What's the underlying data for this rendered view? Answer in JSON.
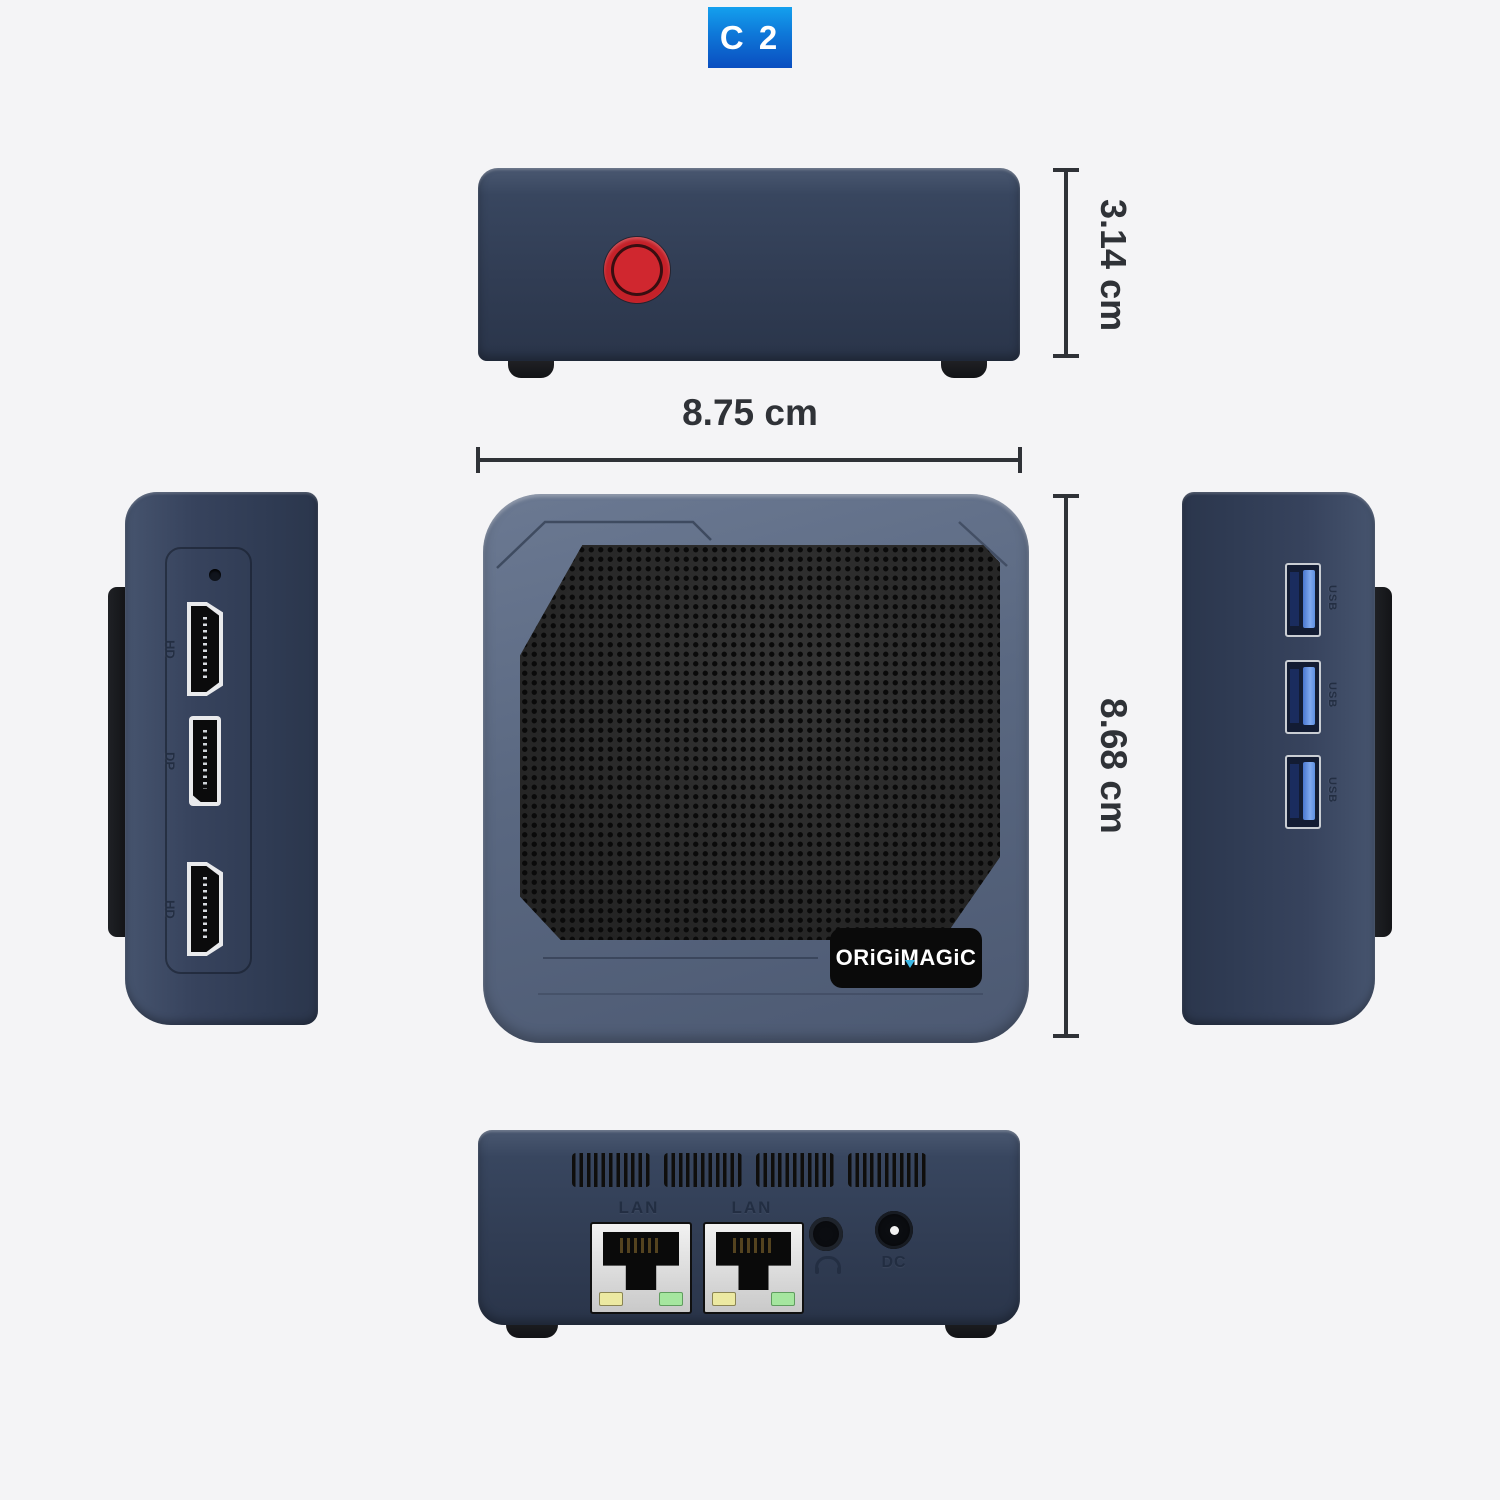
{
  "product": {
    "model_badge": "C 2",
    "brand_logo": "ORiGiMAGiC",
    "logo_part1": "ORiGi",
    "logo_part2": "M",
    "logo_part3": "AGiC"
  },
  "dimensions": {
    "width": "8.75 cm",
    "height": "3.14 cm",
    "depth": "8.68 cm"
  },
  "left_view": {
    "ports": [
      {
        "label": "HD",
        "type": "hdmi"
      },
      {
        "label": "DP",
        "type": "displayport"
      },
      {
        "label": "HD",
        "type": "hdmi"
      }
    ]
  },
  "right_view": {
    "ports": [
      {
        "label": "USB"
      },
      {
        "label": "USB"
      },
      {
        "label": "USB"
      }
    ]
  },
  "rear_view": {
    "lan1_label": "LAN",
    "lan2_label": "LAN",
    "dc_label": "DC"
  },
  "icons": {
    "power_button": "red-circular-power-button",
    "headphone_jack": "headphone-arc-icon"
  },
  "colors": {
    "background": "#f4f4f6",
    "badge_blue_top": "#14a0ee",
    "badge_blue_bottom": "#0a4ec0",
    "body_navy": "#33405a",
    "top_frame_slate": "#5c6a85",
    "power_button_red": "#cd2730",
    "usb_blue": "#6b9ae8",
    "logo_accent_cyan": "#3ab8e6",
    "led_yellow": "#ece9a2",
    "led_green": "#a5e69f",
    "dimension_text": "#2f3237"
  }
}
